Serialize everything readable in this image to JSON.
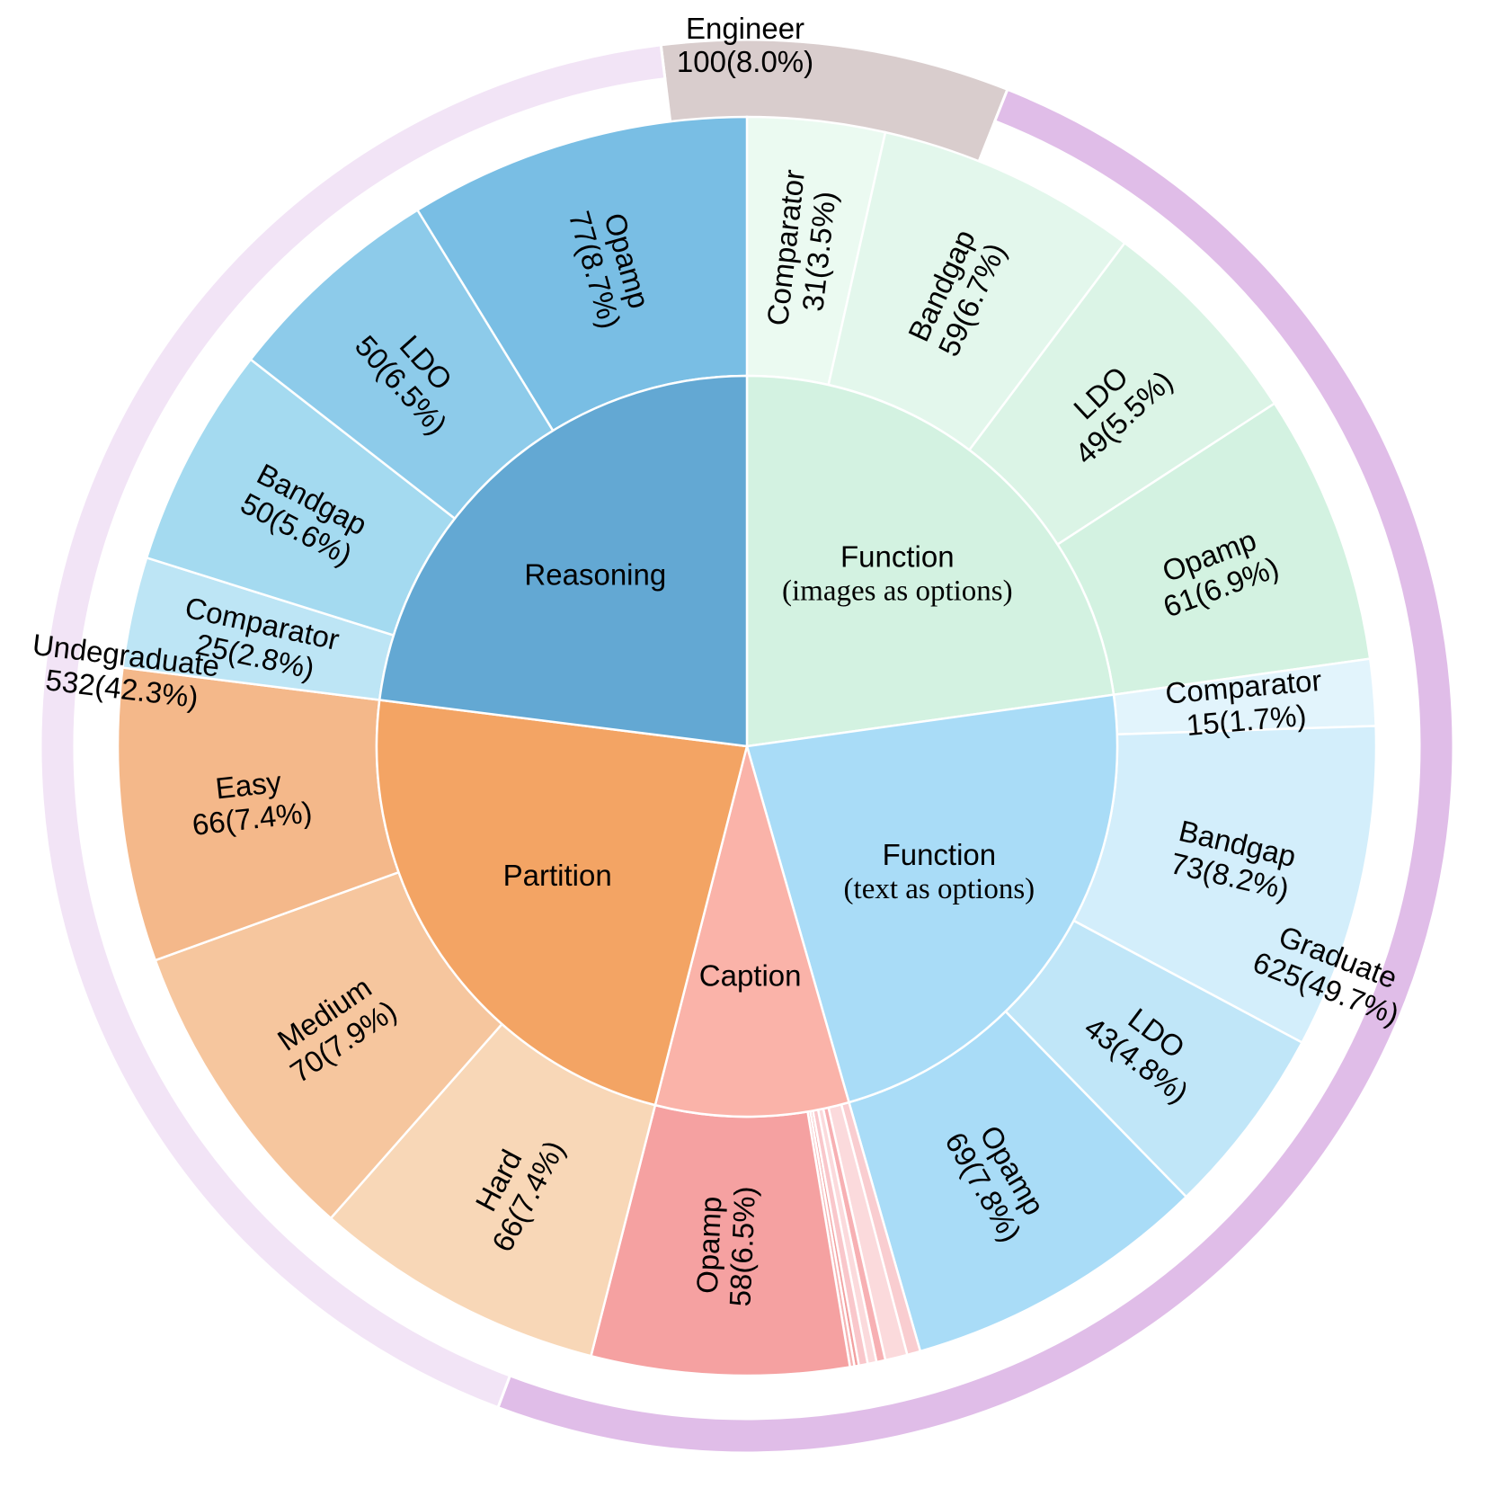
{
  "chart_data": {
    "type": "sunburst",
    "title": "",
    "outer_ring": [
      {
        "name": "Engineer",
        "value": 100,
        "label": "100(8.0%)",
        "color": "#d9cdcd"
      },
      {
        "name": "Graduate",
        "value": 625,
        "label": "625(49.7%)",
        "color": "#e0bde8"
      },
      {
        "name": "Undegraduate",
        "value": 532,
        "label": "532(42.3%)",
        "color": "#f2e4f6"
      }
    ],
    "inner_ring": [
      {
        "name": "Function",
        "subtitle": "(images as options)",
        "color": "#d3f2e1",
        "children": [
          {
            "name": "Comparator",
            "value": 31,
            "label": "31(3.5%)",
            "color": "#ebfaf1"
          },
          {
            "name": "Bandgap",
            "value": 59,
            "label": "59(6.7%)",
            "color": "#e3f7ec"
          },
          {
            "name": "LDO",
            "value": 49,
            "label": "49(5.5%)",
            "color": "#dbf4e6"
          },
          {
            "name": "Opamp",
            "value": 61,
            "label": "61(6.9%)",
            "color": "#d3f2e1"
          }
        ]
      },
      {
        "name": "Function",
        "subtitle": "(text as options)",
        "color": "#a9dcf7",
        "children": [
          {
            "name": "Comparator",
            "value": 15,
            "label": "15(1.7%)",
            "color": "#e2f4fc"
          },
          {
            "name": "Bandgap",
            "value": 73,
            "label": "73(8.2%)",
            "color": "#d3eefb"
          },
          {
            "name": "LDO",
            "value": 43,
            "label": "43(4.8%)",
            "color": "#c0e6f8"
          },
          {
            "name": "Opamp",
            "value": 69,
            "label": "69(7.8%)",
            "color": "#a9dcf7"
          }
        ]
      },
      {
        "name": "Caption",
        "subtitle": "",
        "color": "#fab3a9",
        "children": [
          {
            "name": "",
            "value": 3,
            "label": "",
            "color": "#f9cdd0"
          },
          {
            "name": "",
            "value": 5,
            "label": "",
            "color": "#fbdadc"
          },
          {
            "name": "",
            "value": 2,
            "label": "",
            "color": "#f7b0b3"
          },
          {
            "name": "",
            "value": 2,
            "label": "",
            "color": "#fbdadc"
          },
          {
            "name": "",
            "value": 2,
            "label": "",
            "color": "#f9c7cb"
          },
          {
            "name": "",
            "value": 1,
            "label": "",
            "color": "#f29f9f"
          },
          {
            "name": "",
            "value": 1,
            "label": "",
            "color": "#f6b4b4"
          },
          {
            "name": "Opamp",
            "value": 58,
            "label": "58(6.5%)",
            "color": "#f5a1a1"
          }
        ]
      },
      {
        "name": "Partition",
        "subtitle": "",
        "color": "#f3a464",
        "children": [
          {
            "name": "Hard",
            "value": 66,
            "label": "66(7.4%)",
            "color": "#f8d7b7"
          },
          {
            "name": "Medium",
            "value": 70,
            "label": "70(7.9%)",
            "color": "#f6c69e"
          },
          {
            "name": "Easy",
            "value": 66,
            "label": "66(7.4%)",
            "color": "#f4b88a"
          }
        ]
      },
      {
        "name": "Reasoning",
        "subtitle": "",
        "color": "#63a8d3",
        "children": [
          {
            "name": "Comparator",
            "value": 25,
            "label": "25(2.8%)",
            "color": "#bde5f5"
          },
          {
            "name": "Bandgap",
            "value": 50,
            "label": "50(5.6%)",
            "color": "#a4daf0"
          },
          {
            "name": "LDO",
            "value": 50,
            "label": "50(6.5%)",
            "color": "#8dcbea"
          },
          {
            "name": "Opamp",
            "value": 77,
            "label": "77(8.7%)",
            "color": "#79bee4"
          }
        ]
      }
    ]
  }
}
